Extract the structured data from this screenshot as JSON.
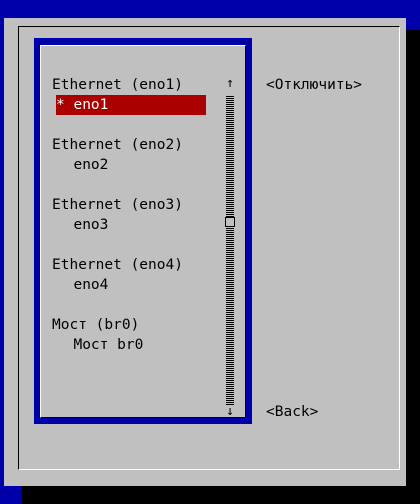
{
  "list": {
    "items": [
      {
        "header": "Ethernet (eno1)",
        "device": "* eno1",
        "selected": true
      },
      {
        "header": "Ethernet (eno2)",
        "device": "  eno2",
        "selected": false
      },
      {
        "header": "Ethernet (eno3)",
        "device": "  eno3",
        "selected": false
      },
      {
        "header": "Ethernet (eno4)",
        "device": "  eno4",
        "selected": false
      },
      {
        "header": "Мост (br0)",
        "device": "  Мост br0",
        "selected": false
      }
    ]
  },
  "scrollbar": {
    "up_arrow": "↑",
    "down_arrow": "↓",
    "position": 0.4
  },
  "buttons": {
    "disconnect_label": "<Отключить>",
    "back_label": "<Back>"
  },
  "colors": {
    "background": "#0000aa",
    "dialog": "#c0c0c0",
    "selection": "#aa0000"
  }
}
